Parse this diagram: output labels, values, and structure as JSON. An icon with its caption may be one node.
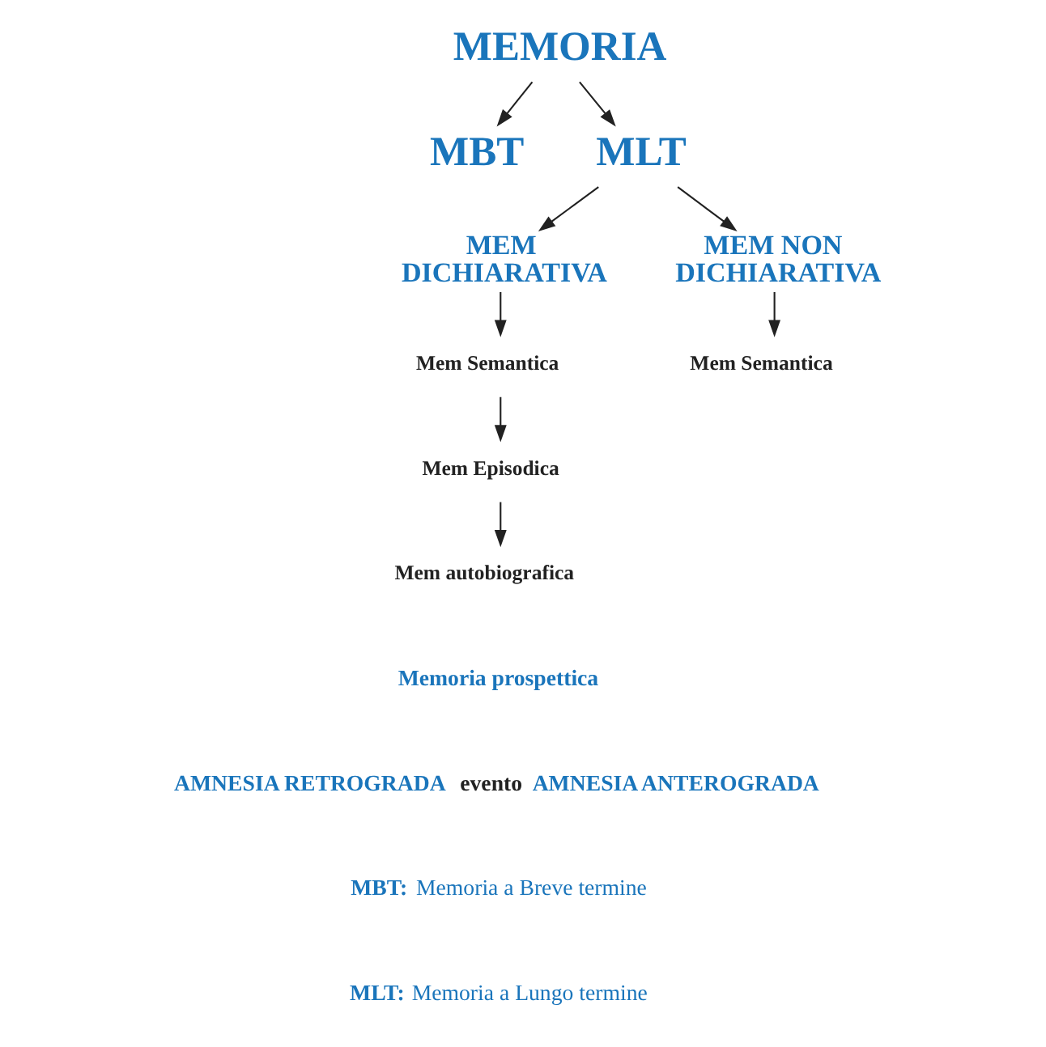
{
  "diagram": {
    "nodes": [
      {
        "text": [
          "MEMORIA"
        ]
      },
      {
        "text": [
          "MBT"
        ]
      },
      {
        "text": [
          "MLT"
        ]
      },
      {
        "text": [
          "MEM DICHIARATIVA"
        ]
      },
      {
        "text": [
          "MEM NON DICHIARATIVA"
        ]
      },
      {
        "text": [
          "Mem Semantica"
        ]
      },
      {
        "text": [
          "Mem Episodica"
        ]
      },
      {
        "text": [
          "Mem autobiografica"
        ]
      },
      {
        "text": [
          "Mem Semantica"
        ]
      }
    ],
    "edges": [
      {
        "from": 0,
        "to": 1,
        "arrow": "to"
      },
      {
        "from": 0,
        "to": 2,
        "arrow": "to"
      },
      {
        "from": 2,
        "to": 3,
        "arrow": "to"
      },
      {
        "from": 2,
        "to": 4,
        "arrow": "to"
      },
      {
        "from": 3,
        "to": 5,
        "arrow": "to"
      },
      {
        "from": 5,
        "to": 6,
        "arrow": "to"
      },
      {
        "from": 6,
        "to": 7,
        "arrow": "to"
      },
      {
        "from": 4,
        "to": 8,
        "arrow": "to"
      }
    ],
    "labels": [
      "Memoria prospettica",
      "AMNESIA RETROGRADA",
      "evento",
      "AMNESIA ANTEROGRADA",
      "MBT:",
      "Memoria a Breve termine",
      "MLT:",
      "Memoria a Lungo termine"
    ]
  }
}
